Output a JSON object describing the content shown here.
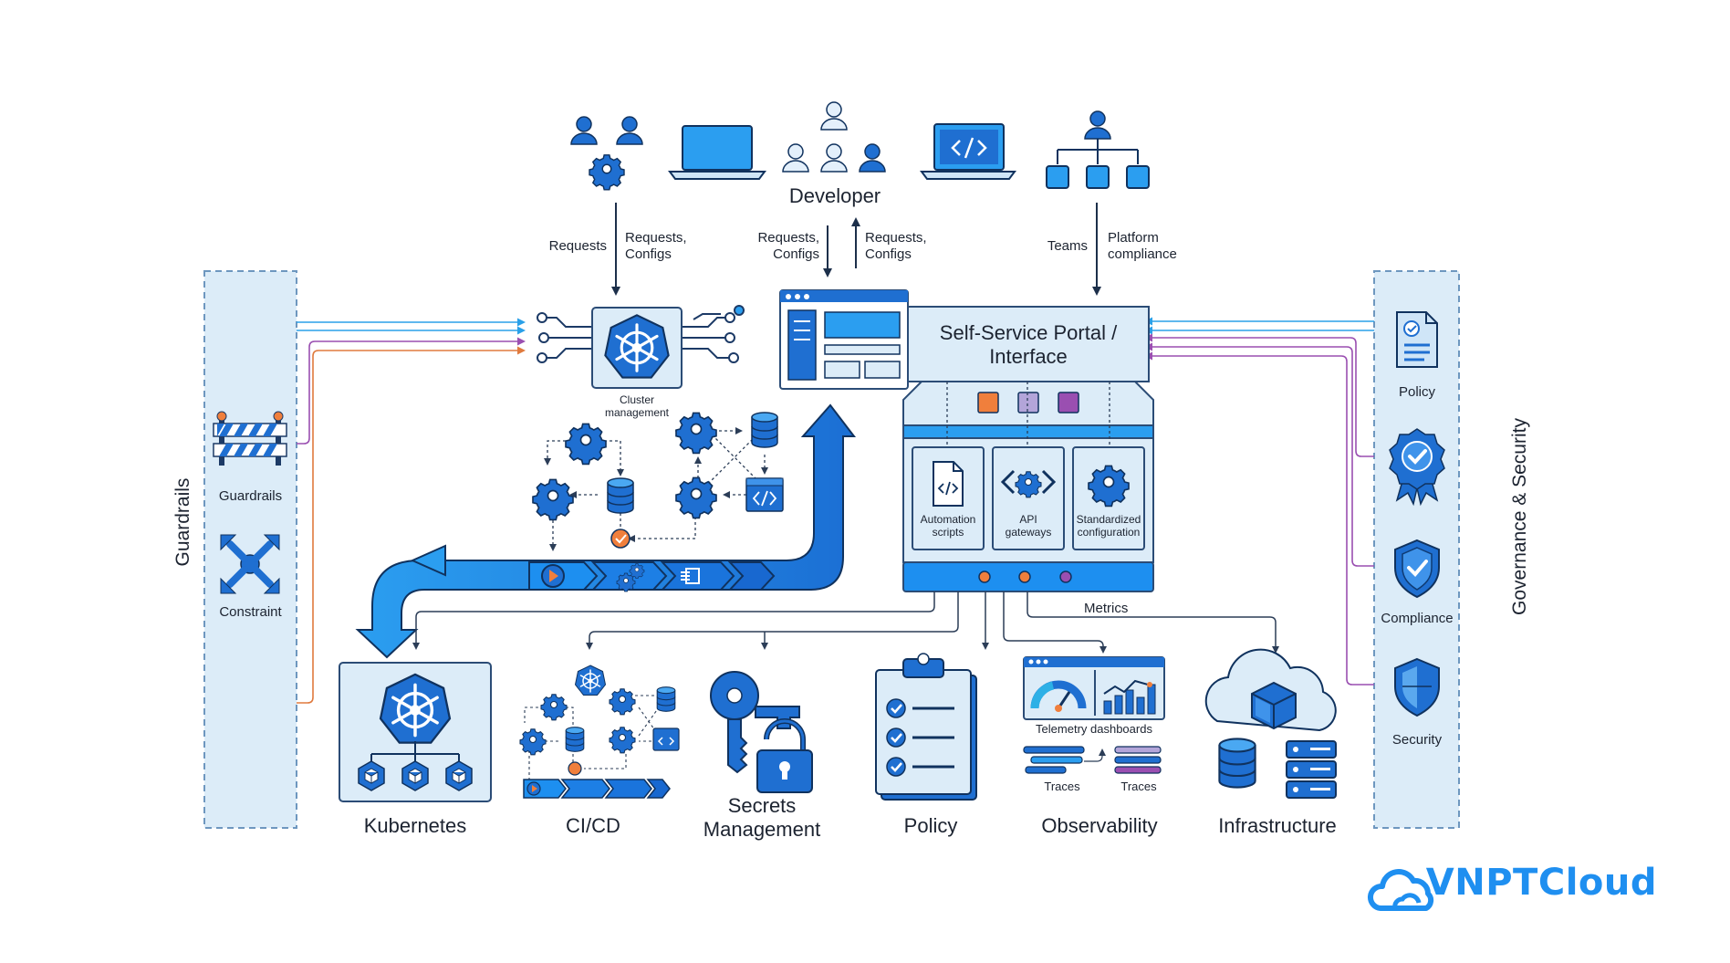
{
  "top": {
    "developer_label": "Developer",
    "requests_left": "Requests",
    "requests_configs_1": [
      "Requests,",
      "Configs"
    ],
    "requests_configs_2": [
      "Requests,",
      "Configs"
    ],
    "requests_configs_3": [
      "Requests,",
      "Configs"
    ],
    "teams": "Teams",
    "platform_compliance": [
      "Platform",
      "compliance"
    ]
  },
  "portal": {
    "title": [
      "Self-Service Portal /",
      "Interface"
    ],
    "modules": [
      {
        "label": [
          "Automation",
          "scripts"
        ],
        "icon": "code-file-icon"
      },
      {
        "label": [
          "API",
          "gateways"
        ],
        "icon": "api-gear-icon"
      },
      {
        "label": [
          "Standardized",
          "configuration"
        ],
        "icon": "gear-icon"
      }
    ],
    "metrics_label": "Metrics"
  },
  "cluster": {
    "label": [
      "Cluster",
      "management"
    ]
  },
  "guardrails": {
    "title": "Guardrails",
    "items": [
      {
        "label": "Guardrails",
        "icon": "barrier-icon"
      },
      {
        "label": "Constraint",
        "icon": "constraint-arrows-icon"
      }
    ]
  },
  "governance": {
    "title": "Governance & Security",
    "items": [
      {
        "label": "Policy",
        "icon": "policy-document-icon"
      },
      {
        "label": "",
        "icon": "award-badge-icon"
      },
      {
        "label": "Compliance",
        "icon": "compliance-shield-icon"
      },
      {
        "label": "Security",
        "icon": "security-shield-icon"
      }
    ]
  },
  "bottom": [
    {
      "label": [
        "Kubernetes"
      ],
      "icon": "kubernetes-icon"
    },
    {
      "label": [
        "CI/CD"
      ],
      "icon": "cicd-pipeline-icon"
    },
    {
      "label": [
        "Secrets",
        "Management"
      ],
      "icon": "key-lock-icon"
    },
    {
      "label": [
        "Policy"
      ],
      "icon": "clipboard-checklist-icon"
    },
    {
      "label": [
        "Observability"
      ],
      "icon": "dashboard-icon"
    },
    {
      "label": [
        "Infrastructure"
      ],
      "icon": "cloud-server-icon"
    }
  ],
  "observability_details": {
    "dashboards": "Telemetry dashboards",
    "traces": [
      "Traces",
      "Traces"
    ]
  },
  "brand": {
    "name": "VNPTCloud"
  },
  "colors": {
    "primary": "#1f6fd1",
    "accent": "#1d8ff0",
    "panel": "#dcecf8",
    "dark": "#15447e",
    "orange": "#f07f3c",
    "purple": "#9a4fb1",
    "lavender": "#b3a5d9",
    "teal": "#2db0e6"
  }
}
